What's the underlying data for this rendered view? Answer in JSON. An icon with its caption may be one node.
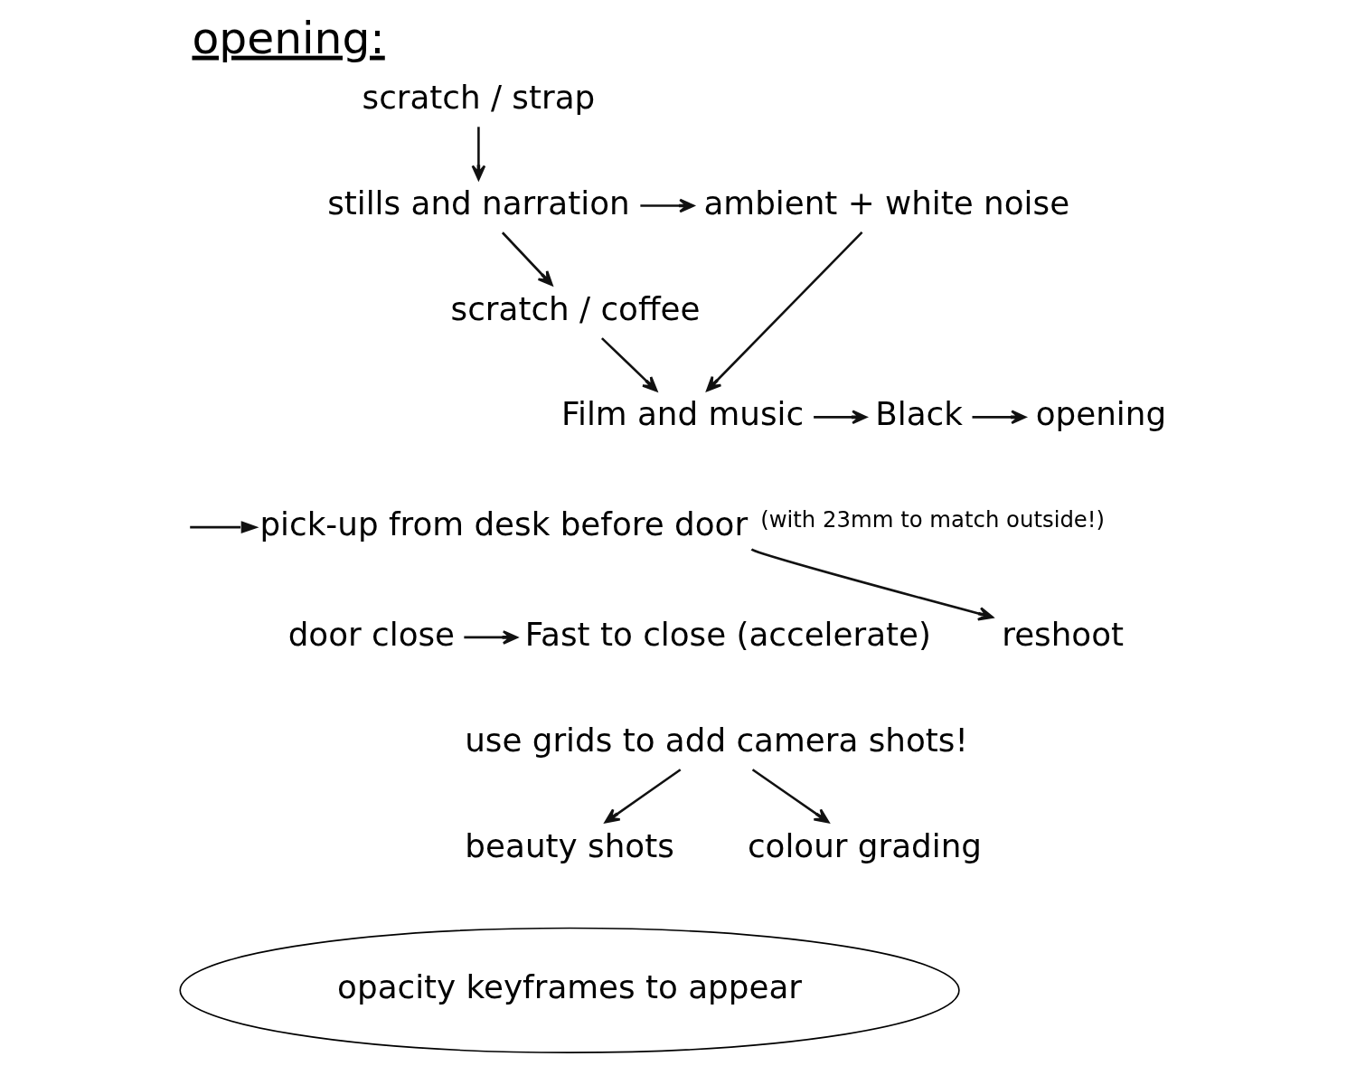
{
  "diagram": {
    "title": "opening:",
    "nodes": [
      {
        "text": [
          "scratch / strap"
        ]
      },
      {
        "text": [
          "stills and narration"
        ]
      },
      {
        "text": [
          "ambient + white noise"
        ]
      },
      {
        "text": [
          "scratch / coffee"
        ]
      },
      {
        "text": [
          "Film and music"
        ]
      },
      {
        "text": [
          "Black"
        ]
      },
      {
        "text": [
          "opening"
        ]
      },
      {
        "text": [
          "pick-up from desk before door"
        ],
        "beside": [
          "(with 23mm to match outside!)"
        ]
      },
      {
        "text": [
          "reshoot"
        ]
      },
      {
        "text": [
          "door close"
        ]
      },
      {
        "text": [
          "Fast to close (accelerate)"
        ]
      },
      {
        "text": [
          "use grids to add camera shots!"
        ]
      },
      {
        "text": [
          "beauty shots"
        ]
      },
      {
        "text": [
          "colour grading"
        ]
      },
      {
        "text": [
          "opacity keyframes to appear"
        ]
      }
    ],
    "edges": [
      {
        "from": 0,
        "to": 1,
        "arrow": "to"
      },
      {
        "from": 1,
        "to": 2,
        "arrow": "to"
      },
      {
        "from": 1,
        "to": 3,
        "arrow": "to"
      },
      {
        "from": 2,
        "to": 4,
        "arrow": "to"
      },
      {
        "from": 3,
        "to": 4,
        "arrow": "to"
      },
      {
        "from": 4,
        "to": 5,
        "arrow": "to"
      },
      {
        "from": 5,
        "to": 6,
        "arrow": "to"
      },
      {
        "from": null,
        "to": 7,
        "arrow": "to"
      },
      {
        "from": 7,
        "to": 8,
        "arrow": "to"
      },
      {
        "from": 9,
        "to": 10,
        "arrow": "to"
      },
      {
        "from": 11,
        "to": 12,
        "arrow": "to"
      },
      {
        "from": 11,
        "to": 13,
        "arrow": "to"
      }
    ]
  }
}
